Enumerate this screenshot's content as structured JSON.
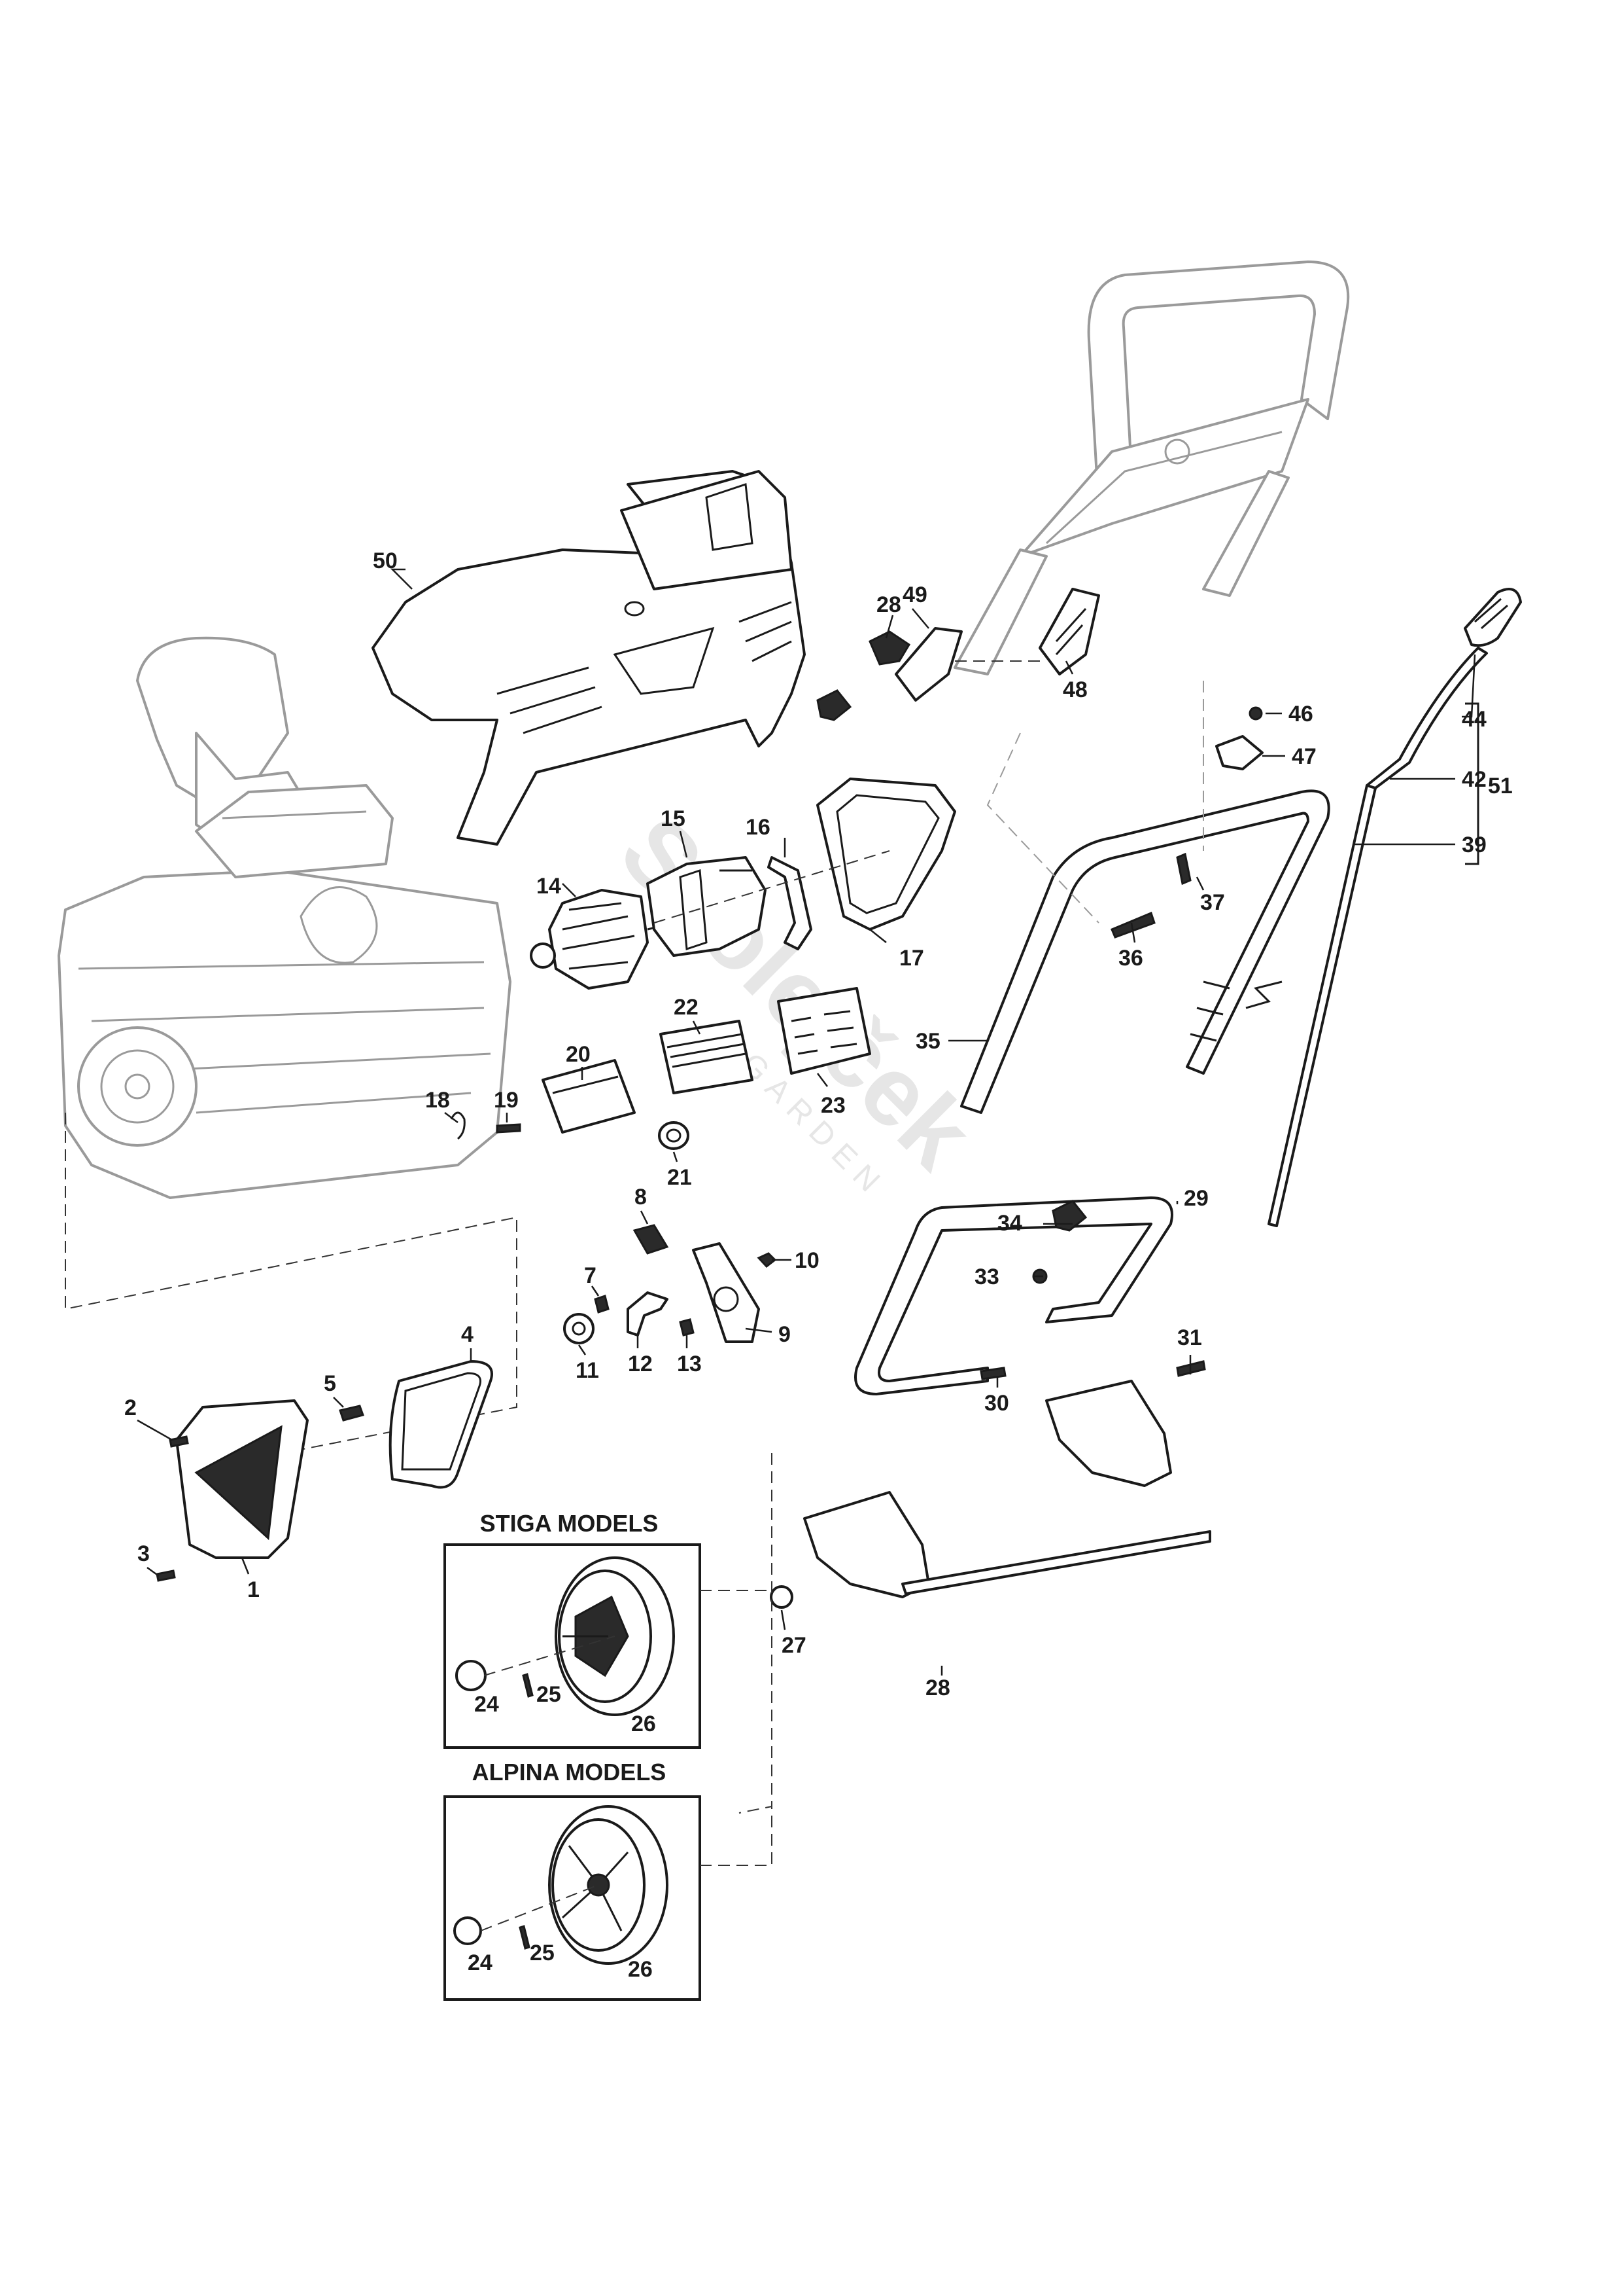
{
  "watermark": {
    "text": "Szolejček",
    "sub": "GARDEN"
  },
  "panels": {
    "stiga": {
      "title": "STIGA MODELS",
      "labels": [
        "24",
        "25",
        "26"
      ]
    },
    "alpina": {
      "title": "ALPINA MODELS",
      "labels": [
        "24",
        "25",
        "26"
      ]
    }
  },
  "callouts": {
    "p1": "1",
    "p2": "2",
    "p3": "3",
    "p4": "4",
    "p5": "5",
    "p7": "7",
    "p8": "8",
    "p9": "9",
    "p10": "10",
    "p11": "11",
    "p12": "12",
    "p13": "13",
    "p14": "14",
    "p15": "15",
    "p16": "16",
    "p17": "17",
    "p18": "18",
    "p19": "19",
    "p20": "20",
    "p21": "21",
    "p22": "22",
    "p23": "23",
    "p27": "27",
    "p28a": "28",
    "p28b": "28",
    "p29": "29",
    "p30": "30",
    "p31": "31",
    "p33": "33",
    "p34": "34",
    "p35": "35",
    "p36": "36",
    "p37": "37",
    "p39": "39",
    "p42": "42",
    "p44": "44",
    "p46": "46",
    "p47": "47",
    "p48": "48",
    "p49": "49",
    "p50": "50",
    "p51": "51"
  }
}
